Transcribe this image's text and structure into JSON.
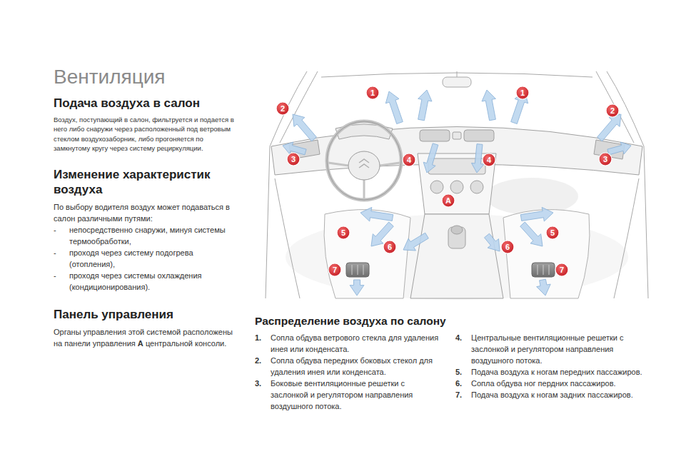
{
  "diagram": {
    "title": "Вентиляция",
    "nodes": [
      {
        "text": [
          "1"
        ]
      },
      {
        "text": [
          "1"
        ]
      },
      {
        "text": [
          "2"
        ]
      },
      {
        "text": [
          "2"
        ]
      },
      {
        "text": [
          "3"
        ]
      },
      {
        "text": [
          "3"
        ]
      },
      {
        "text": [
          "4"
        ]
      },
      {
        "text": [
          "4"
        ]
      },
      {
        "text": [
          "A"
        ]
      },
      {
        "text": [
          "5"
        ]
      },
      {
        "text": [
          "5"
        ]
      },
      {
        "text": [
          "6"
        ]
      },
      {
        "text": [
          "6"
        ]
      },
      {
        "text": [
          "7"
        ]
      },
      {
        "text": [
          "7"
        ]
      }
    ],
    "labels": [
      "Подача воздуха в салон",
      "Воздух, поступающий в салон, фильтруется и подается в него либо снаружи через расположенный под ветровым стеклом воздухозаборник, либо прогоняется по замкнутому кругу через систему рециркуляции.",
      "Изменение характеристик воздуха",
      "По выбору водителя воздух может подаваться в салон различными путями:",
      "-",
      "непосредственно снаружи, минуя системы термообработки,",
      "-",
      "проходя через систему подогрева (отопления),",
      "-",
      "проходя через системы охлаждения (кондиционирования).",
      "Панель управления",
      "Органы управления этой системой расположены на панели управления",
      "A",
      "центральной консоли.",
      "Распределение воздуха по салону",
      "1.",
      "Сопла обдува ветрового стекла для удаления инея или конденсата.",
      "2.",
      "Сопла обдува передних боковых стекол для удаления инея или конденсата.",
      "3.",
      "Боковые вентиляционные решетки с заслонкой и регулятором направления воздушного потока.",
      "4.",
      "Центральные вентиляционные решетки с заслонкой и регулятором направления воздушного потока.",
      "5.",
      "Подача воздуха к ногам передних пассажиров.",
      "6.",
      "Сопла обдува ног пердних пассажиров.",
      "7.",
      "Подача воздуха к ногам задних пассажиров."
    ]
  }
}
